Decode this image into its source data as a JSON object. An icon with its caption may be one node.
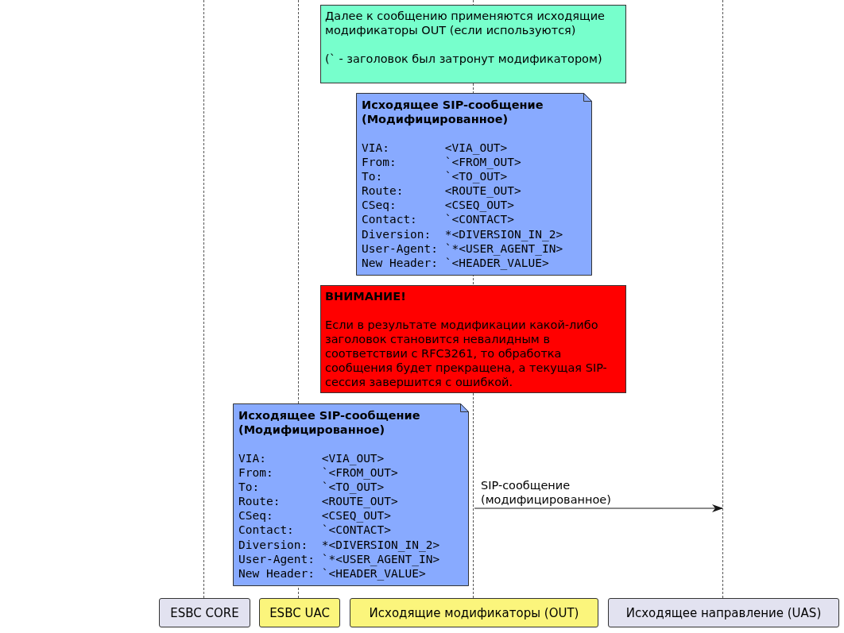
{
  "diagram": {
    "nodes": [
      {
        "text": [
          "Далее к сообщению применяются исходящие модификаторы OUT (если используются)",
          "(` - заголовок был затронут модификатором)"
        ]
      },
      {
        "text": [
          "Исходящее SIP-сообщение (Модифицированное)",
          "VIA:        <VIA_OUT>",
          "From:       `<FROM_OUT>",
          "To:         `<TO_OUT>",
          "Route:      <ROUTE_OUT>",
          "CSeq:       <CSEQ_OUT>",
          "Contact:    `<CONTACT>",
          "Diversion:  *<DIVERSION_IN_2>",
          "User-Agent: `*<USER_AGENT_IN>",
          "New Header: `<HEADER_VALUE>"
        ]
      },
      {
        "text": [
          "ВНИМАНИЕ!",
          "Если в результате модификации какой-либо заголовок становится невалидным в соответствии с RFC3261, то обработка сообщения будет прекращена, а текущая SIP-сессия завершится с ошибкой."
        ]
      },
      {
        "text": [
          "Исходящее SIP-сообщение (Модифицированное)",
          "VIA:        <VIA_OUT>",
          "From:       `<FROM_OUT>",
          "To:         `<TO_OUT>",
          "Route:      <ROUTE_OUT>",
          "CSeq:       <CSEQ_OUT>",
          "Contact:    `<CONTACT>",
          "Diversion:  *<DIVERSION_IN_2>",
          "User-Agent: `*<USER_AGENT_IN>",
          "New Header: `<HEADER_VALUE>"
        ]
      },
      {
        "text": [
          "ESBC CORE"
        ]
      },
      {
        "text": [
          "ESBC UAC"
        ]
      },
      {
        "text": [
          "Исходящие модификаторы (OUT)"
        ]
      },
      {
        "text": [
          "Исходящее направление (UAS)"
        ]
      },
      {
        "text": [],
        "shape": "line"
      },
      {
        "text": [],
        "shape": "line"
      },
      {
        "text": [],
        "shape": "line"
      },
      {
        "text": [],
        "shape": "line"
      }
    ],
    "edges": [
      {
        "from": 10,
        "to": 11,
        "arrow": "to",
        "label": "SIP-сообщение (модифицированное)"
      }
    ]
  }
}
